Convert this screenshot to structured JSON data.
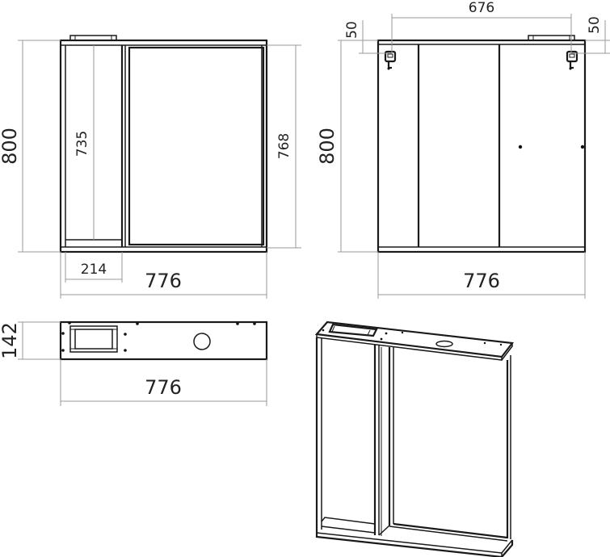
{
  "title": "Mirror cabinet technical drawing",
  "colors": {
    "line": "#1a1a1a",
    "dimension": "#9a9a9a",
    "background": "#ffffff"
  },
  "views": {
    "front": {
      "height_total": "800",
      "inner_height_left": "735",
      "inner_height_right": "768",
      "left_section_width": "214",
      "width_total": "776"
    },
    "back": {
      "hanger_spacing": "676",
      "hanger_offset_left": "50",
      "hanger_offset_right": "50",
      "height_total": "800",
      "width_total": "776"
    },
    "top": {
      "depth": "142",
      "width_total": "776"
    },
    "isometric": {
      "label": ""
    }
  }
}
